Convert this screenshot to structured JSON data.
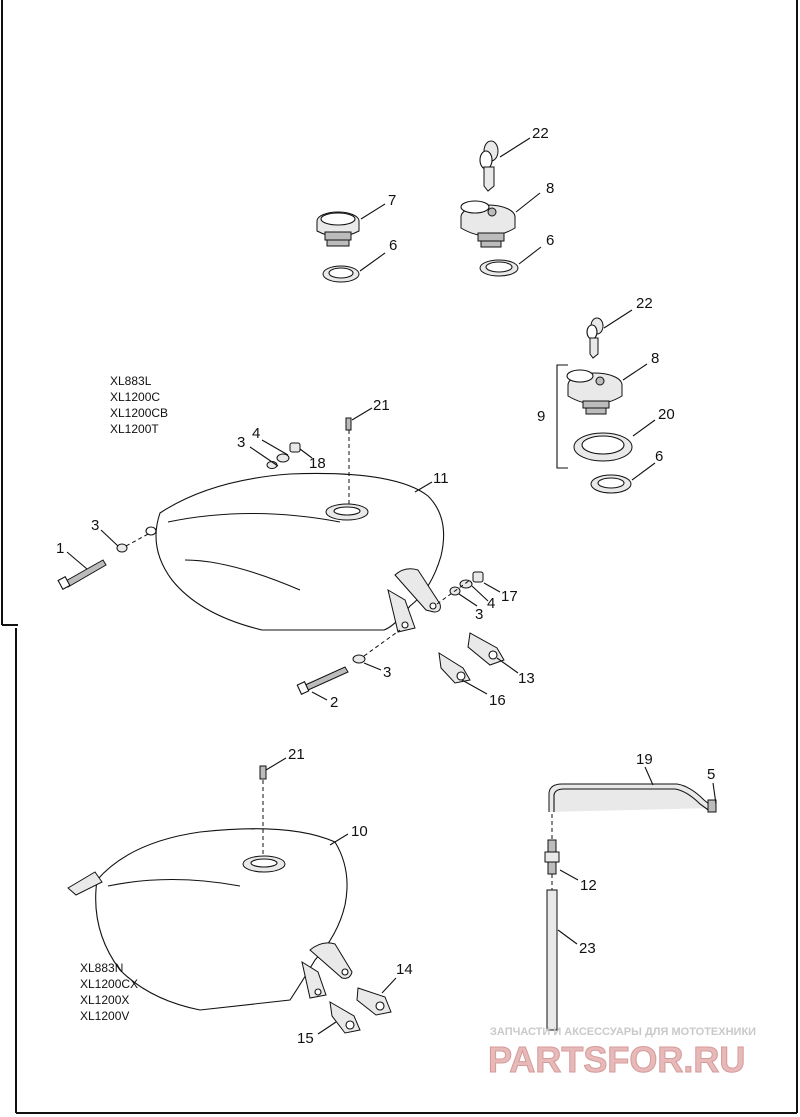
{
  "callouts": {
    "c22a": "22",
    "c7": "7",
    "c8a": "8",
    "c6a": "6",
    "c6b": "6",
    "c22b": "22",
    "c8b": "8",
    "c9": "9",
    "c20": "20",
    "c6c": "6",
    "c21a": "21",
    "c3a": "3",
    "c4a": "4",
    "c18": "18",
    "c11": "11",
    "c3b": "3",
    "c1": "1",
    "c4b": "4",
    "c3c": "3",
    "c17": "17",
    "c13": "13",
    "c3d": "3",
    "c2": "2",
    "c16": "16",
    "c21b": "21",
    "c10": "10",
    "c19": "19",
    "c5": "5",
    "c12": "12",
    "c23": "23",
    "c14": "14",
    "c15": "15"
  },
  "models_top": [
    "XL883L",
    "XL1200C",
    "XL1200CB",
    "XL1200T"
  ],
  "models_bottom": [
    "XL883N",
    "XL1200CX",
    "XL1200X",
    "XL1200V"
  ],
  "watermark": {
    "tagline": "ЗАПЧАСТИ И АКСЕССУАРЫ ДЛЯ МОТОТЕХНИКИ",
    "brand": "PARTSFOR.RU"
  }
}
